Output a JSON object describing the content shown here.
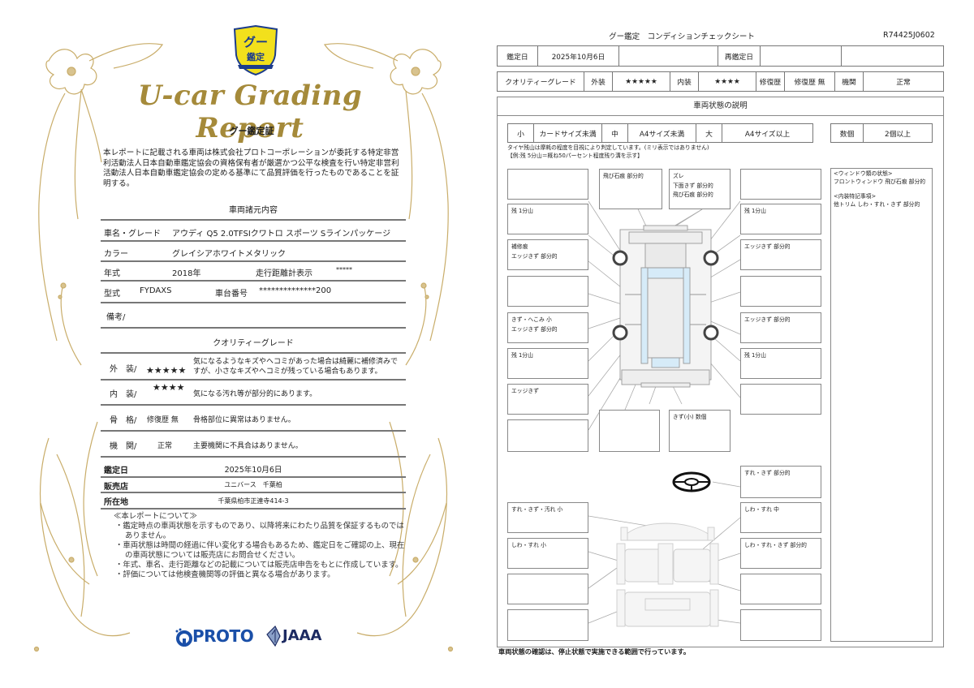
{
  "certificate": {
    "badge": {
      "top": "グー",
      "bottom": "鑑定"
    },
    "script_title": "U-car Grading Report",
    "heading": "グー鑑定証",
    "paragraph": "本レポートに記載される車両は株式会社プロトコーポレーションが委託する特定非営利活動法人日本自動車鑑定協会の資格保有者が厳選かつ公平な検査を行い特定非営利活動法人日本自動車鑑定協会の定める基準にて品質評価を行ったものであることを証明する。",
    "specs": {
      "heading": "車両諸元内容",
      "name_label": "車名・グレード",
      "name_value": "アウディ Q5 2.0TFSIクワトロ スポーツ Sラインパッケージ",
      "color_label": "カラー",
      "color_value": "グレイシアホワイトメタリック",
      "year_label": "年式",
      "year_value": "2018年",
      "mileage_label": "走行距離計表示",
      "mileage_value": "*****",
      "model_label": "型式",
      "model_value": "FYDAXS",
      "chassis_label": "車台番号",
      "chassis_value": "**************200",
      "remarks_label": "備考/"
    },
    "quality": {
      "heading": "クオリティーグレード",
      "exterior_label": "外　装/",
      "exterior_stars": "★★★★★",
      "exterior_desc": "気になるようなキズやヘコミがあった場合は綺麗に補修済みですが、小さなキズやヘコミが残っている場合もあります。",
      "interior_label": "内　装/",
      "interior_stars": "★★★★",
      "interior_desc": "気になる汚れ等が部分的にあります。",
      "frame_label": "骨　格/",
      "frame_value": "修復歴 無",
      "frame_desc": "骨格部位に異常はありません。",
      "engine_label": "機　関/",
      "engine_value": "正常",
      "engine_desc": "主要機関に不具合はありません。"
    },
    "info": {
      "date_label": "鑑定日",
      "date_value": "2025年10月6日",
      "dealer_label": "販売店",
      "dealer_value": "ユニバース　千葉柏",
      "address_label": "所在地",
      "address_value": "千葉県柏市正連寺414-3"
    },
    "notes": {
      "title": "≪本レポートについて≫",
      "items": [
        "・鑑定時点の車両状態を示すものであり、以降将来にわたり品質を保証するものではありません。",
        "・車両状態は時間の経過に伴い変化する場合もあるため、鑑定日をご確認の上、現在の車両状態については販売店にお問合せください。",
        "・年式、車名、走行距離などの記載については販売店申告をもとに作成しています。",
        "・評価については他検査機関等の評価と異なる場合があります。"
      ]
    },
    "logos": {
      "proto": "PROTO",
      "jaaa": "JAAA"
    },
    "colors": {
      "gold": "#a58a3a",
      "proto_blue": "#1a4fa8",
      "jaaa_navy": "#1d2b62",
      "badge_yellow": "#f2e01c"
    }
  },
  "sheet": {
    "title": "グー鑑定　コンディションチェックシート",
    "id": "R74425J0602",
    "date_row": {
      "date_label": "鑑定日",
      "date_value": "2025年10月6日",
      "blank1": "",
      "reinspect_label": "再鑑定日",
      "reinspect_value": "",
      "blank2": ""
    },
    "grade_row": {
      "label": "クオリティーグレード",
      "exterior_label": "外装",
      "exterior_stars": "★★★★★",
      "interior_label": "内装",
      "interior_stars": "★★★★",
      "repair_label": "修復歴",
      "repair_value": "修復歴 無",
      "engine_label": "機関",
      "engine_value": "正常"
    },
    "description_heading": "車両状態の説明",
    "size_legend": {
      "small": "小",
      "small_desc": "カードサイズ未満",
      "medium": "中",
      "medium_desc": "A4サイズ未満",
      "large": "大",
      "large_desc": "A4サイズ以上",
      "several": "数個",
      "several_desc": "2個以上"
    },
    "tire_note": [
      "タイヤ残山は摩耗の程度を目視により判定しています。(ミリ表示ではありません)",
      "【例:残 5分山＝概ね50パーセント程度残り溝を示す】"
    ],
    "exterior_boxes": {
      "l1": "",
      "c1": "飛び石痕 部分的",
      "c2": "ズレ\n下面きず 部分的\n飛び石痕 部分的",
      "r1": "",
      "l2": "残 1分山",
      "r2": "残 1分山",
      "l3": "補修痕\nエッジきず 部分的",
      "r3": "エッジきず 部分的",
      "l4": "",
      "r4": "",
      "l5": "きず・へこみ 小\nエッジきず 部分的",
      "r5": "エッジきず 部分的",
      "l6": "残 1分山",
      "r6": "残 1分山",
      "l7": "エッジきず",
      "r7": "",
      "l8": "",
      "c3": "",
      "c4": "きず(小) 数個"
    },
    "interior_boxes": {
      "steering": "すれ・きず 部分的",
      "l1": "すれ・きず・汚れ 小",
      "r1": "しわ・すれ 中",
      "l2": "しわ・すれ 小",
      "r2": "しわ・すれ・きず 部分的",
      "l3": "",
      "r3": "",
      "l4": "",
      "r4": ""
    },
    "side_notes": {
      "window_title": "<ウィンドウ類の状態>",
      "window_value": "フロントウィンドウ 飛び石痕 部分的",
      "interior_title": "<内装特記事項>",
      "interior_value": "他トリム しわ・すれ・きず 部分的"
    },
    "footer": "車両状態の確認は、停止状態で実施できる範囲で行っています。"
  }
}
